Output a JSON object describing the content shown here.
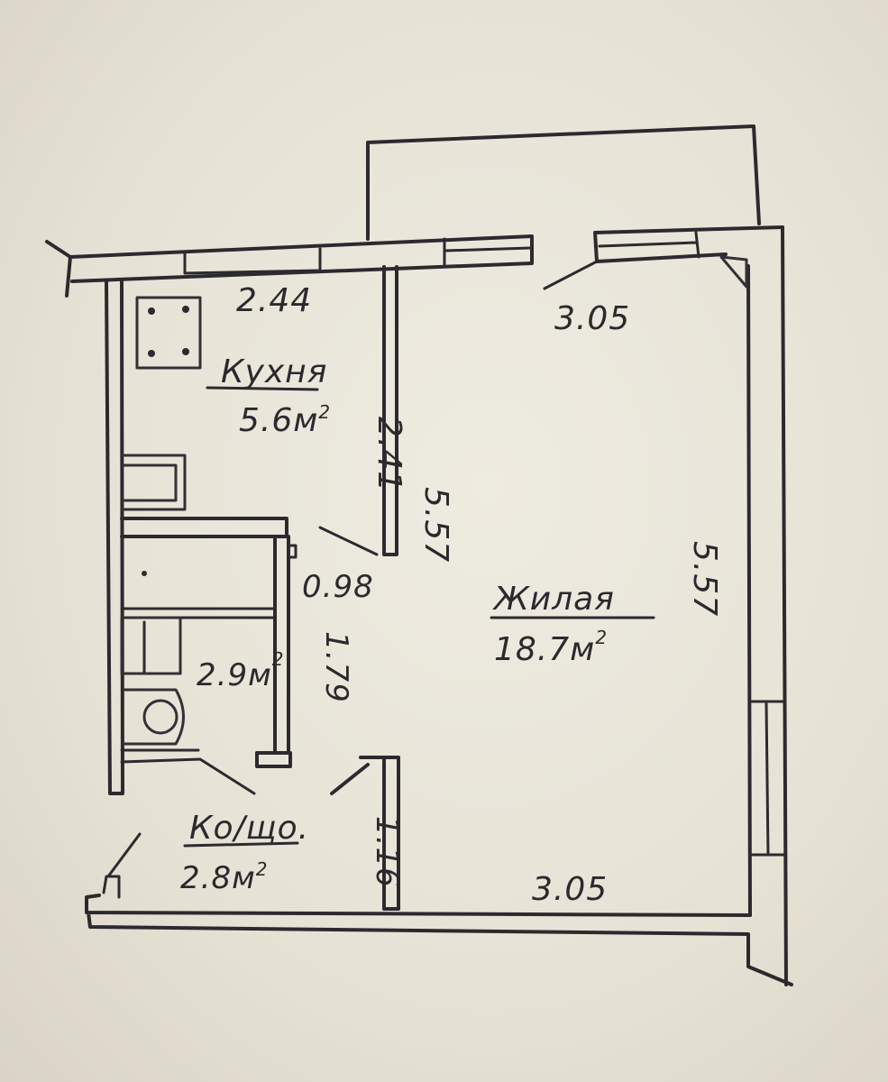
{
  "rooms": {
    "kitchen": {
      "name": "Кухня",
      "area": "5.6м",
      "sup": "2"
    },
    "living": {
      "name": "Жилая",
      "area": "18.7м",
      "sup": "2"
    },
    "bathroom": {
      "area": "2.9м",
      "sup": "2"
    },
    "corridor": {
      "name": "Ко/що.",
      "area": "2.8м",
      "sup": "2"
    }
  },
  "dimensions": {
    "kitchen_width": "2.44",
    "living_top": "3.05",
    "living_bottom": "3.05",
    "living_right": "5.57",
    "kitchen_depth": "2.41",
    "living_left": "5.57",
    "bath_door": "0.98",
    "bath_length": "1.79",
    "corridor_wall": "1.16"
  }
}
